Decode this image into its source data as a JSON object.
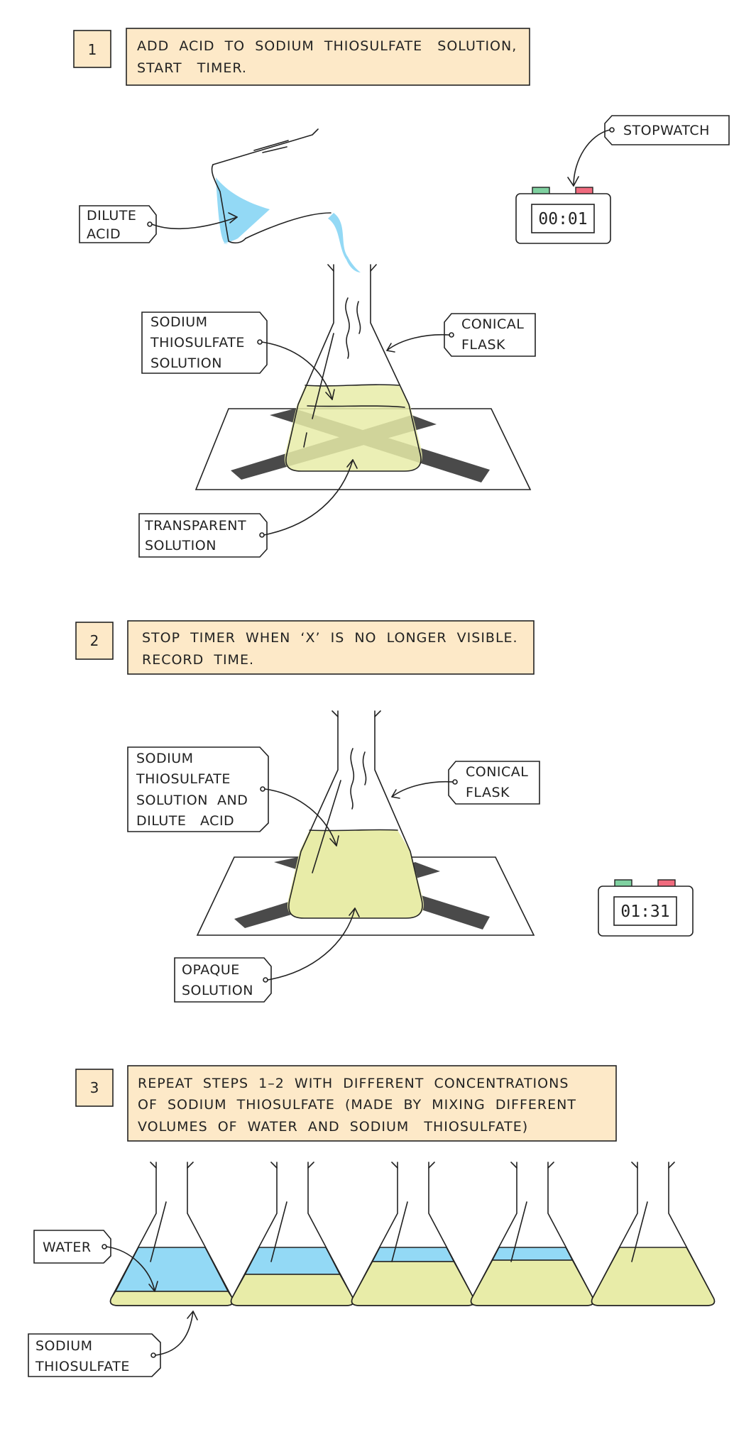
{
  "steps": [
    {
      "number": "1",
      "text_lines": [
        "ADD  ACID  TO  SODIUM  THIOSULFATE   SOLUTION,",
        "START   TIMER."
      ]
    },
    {
      "number": "2",
      "text_lines": [
        "STOP  TIMER  WHEN  ‘X’  IS  NO  LONGER  VISIBLE.",
        "RECORD  TIME."
      ]
    },
    {
      "number": "3",
      "text_lines": [
        "REPEAT  STEPS  1–2  WITH  DIFFERENT  CONCENTRATIONS",
        "OF  SODIUM  THIOSULFATE  (MADE  BY  MIXING  DIFFERENT",
        "VOLUMES  OF  WATER  AND  SODIUM   THIOSULFATE)"
      ]
    }
  ],
  "labels": {
    "stopwatch": "STOPWATCH",
    "dilute_acid": [
      "DILUTE",
      "ACID"
    ],
    "sodium_thiosulfate_solution": [
      "SODIUM",
      "THIOSULFATE",
      "SOLUTION"
    ],
    "conical_flask_1": [
      "CONICAL",
      "FLASK"
    ],
    "transparent_solution": [
      "TRANSPARENT",
      "SOLUTION"
    ],
    "sodium_thiosulfate_and_acid": [
      "SODIUM",
      "THIOSULFATE",
      "SOLUTION  AND",
      "DILUTE   ACID"
    ],
    "conical_flask_2": [
      "CONICAL",
      "FLASK"
    ],
    "opaque_solution": [
      "OPAQUE",
      "SOLUTION"
    ],
    "water": "WATER",
    "sodium_thiosulfate": [
      "SODIUM",
      "THIOSULFATE"
    ]
  },
  "timers": {
    "start": "00:01",
    "end": "01:31"
  },
  "colors": {
    "step_box": "#fde9c8",
    "acid_blue": "#93d9f5",
    "thiosulfate_yellow": "#e8eca8",
    "transparent_yellow": "#eef2c6",
    "cross_dark": "#4a4a4a",
    "button_green": "#7fd1a0",
    "button_red": "#f06b7e"
  }
}
